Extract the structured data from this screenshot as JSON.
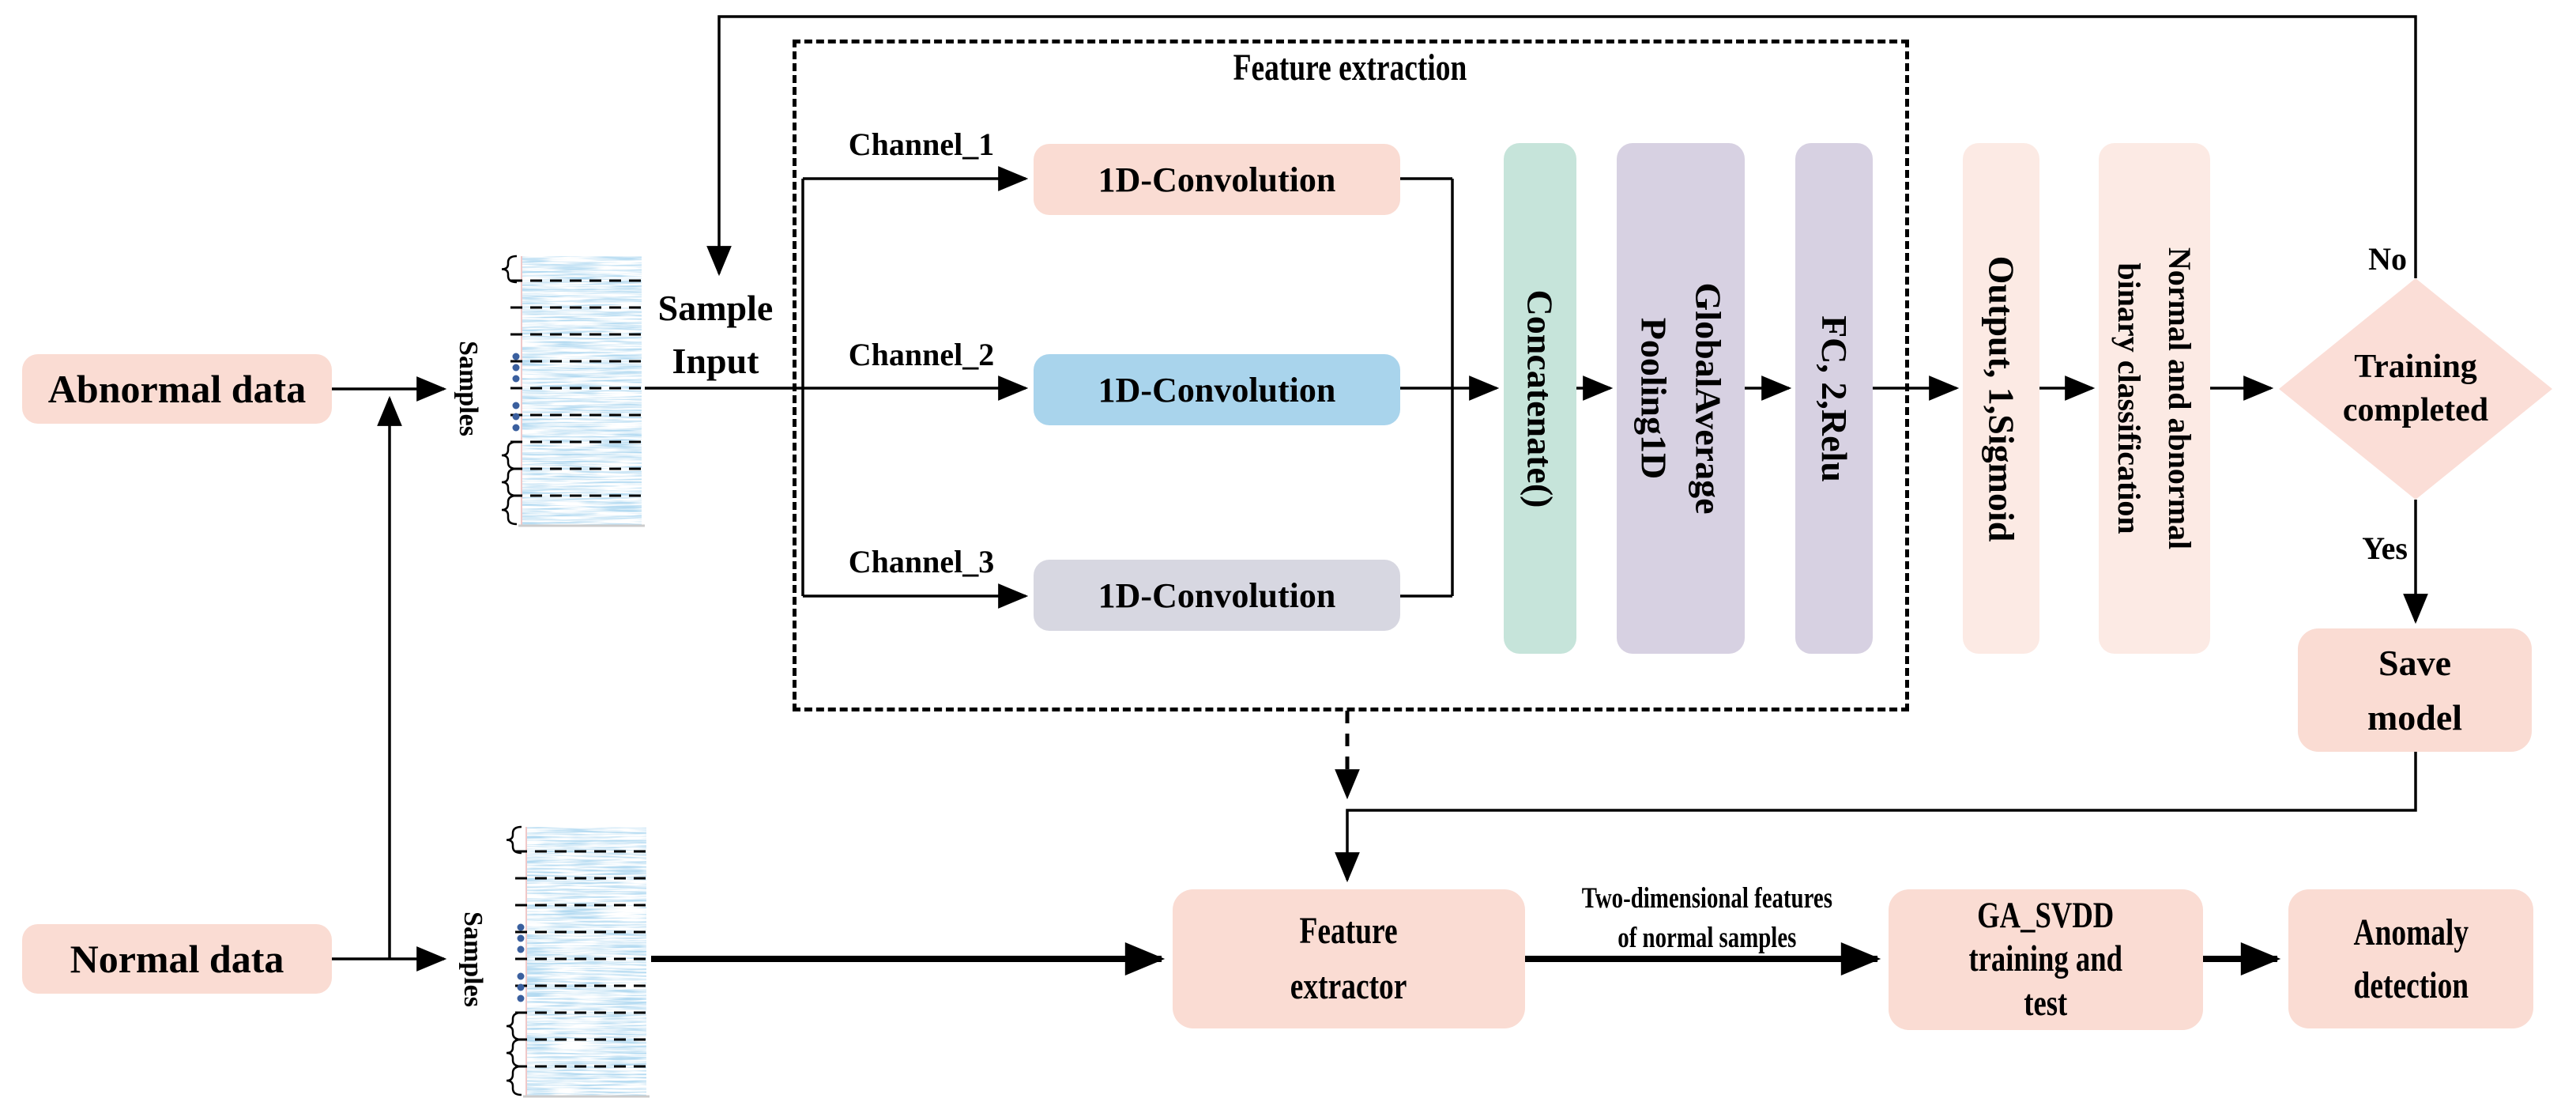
{
  "inputs": {
    "abnormal_label": "Abnormal data",
    "normal_label": "Normal data",
    "samples_label_top": "Samples",
    "samples_label_bottom": "Samples",
    "sample_input_label": "Sample\nInput"
  },
  "feature_extraction": {
    "title": "Feature extraction",
    "channels": [
      {
        "label": "Channel_1",
        "conv_label": "1D-Convolution"
      },
      {
        "label": "Channel_2",
        "conv_label": "1D-Convolution"
      },
      {
        "label": "Channel_3",
        "conv_label": "1D-Convolution"
      }
    ],
    "concatenate_label": "Concatenate()",
    "global_average_pooling_label": "GlobalAverage\nPooling1D",
    "fc_label": "FC, 2,Relu"
  },
  "classifier": {
    "output_label": "Output, 1,Sigmoid",
    "classification_label": "Normal and abnormal\nbinary classification"
  },
  "decision": {
    "label": "Training\ncompleted",
    "no_label": "No",
    "yes_label": "Yes"
  },
  "save_model_label": "Save\nmodel",
  "deployment": {
    "feature_extractor_label": "Feature\nextractor",
    "arrow_caption": "Two-dimensional features\nof normal samples",
    "ga_svdd_label": "GA_SVDD\ntraining and\ntest",
    "anomaly_label": "Anomaly\ndetection"
  },
  "colors": {
    "node_pink": "#fadcd3",
    "node_light_pink": "#fceae4",
    "diamond_pink": "#fbded7",
    "conv_blue": "#a9d4ec",
    "conv_gray": "#d7d7e1",
    "concat_green": "#c6e4da",
    "pooling_lavender": "#d7d1e2",
    "ellipsis_dot_blue": "#3a5f9e",
    "waveform_blue": "#8fc3e4"
  }
}
